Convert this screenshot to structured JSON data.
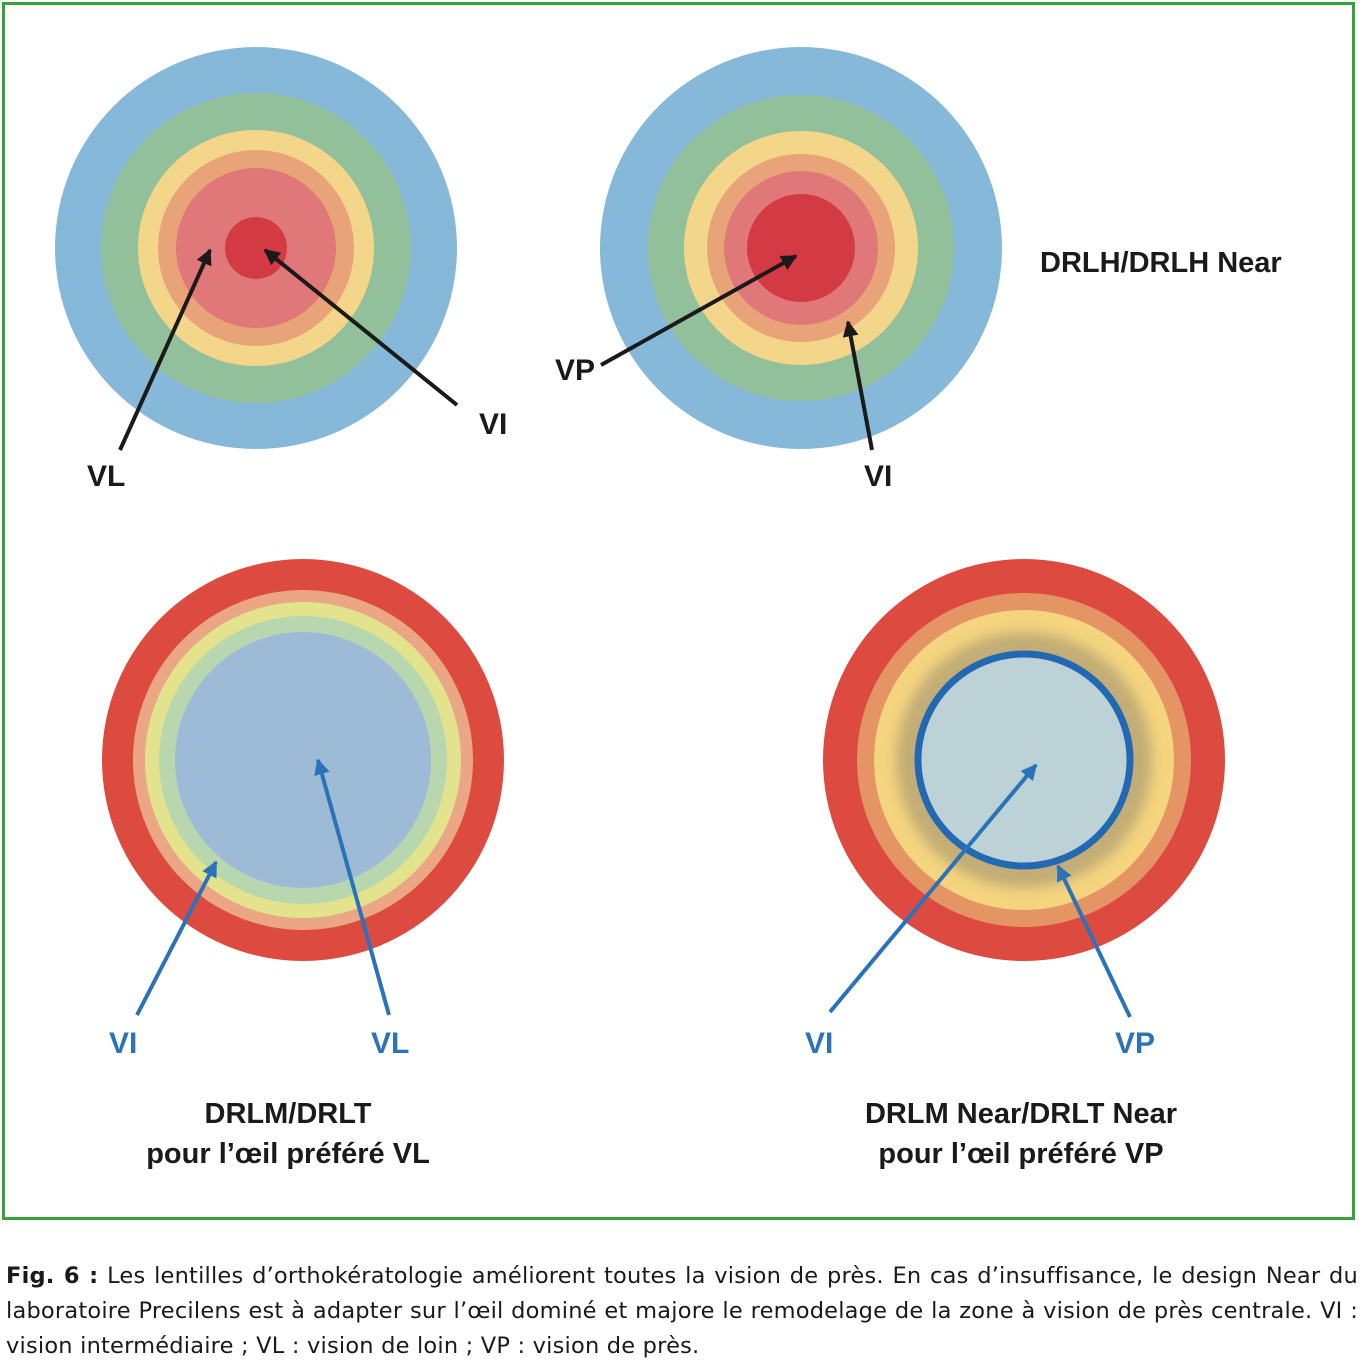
{
  "diagrams": {
    "top_left": {
      "labels": {
        "vl": "VL",
        "vi": "VI"
      }
    },
    "top_right": {
      "labels": {
        "vp": "VP",
        "vi": "VI"
      },
      "title": "DRLH/DRLH Near"
    },
    "bottom_left": {
      "labels": {
        "vi": "VI",
        "vl": "VL"
      },
      "title_line1": "DRLM/DRLT",
      "title_line2": "pour l’œil préféré VL"
    },
    "bottom_right": {
      "labels": {
        "vi": "VI",
        "vp": "VP"
      },
      "title_line1": "DRLM Near/DRLT Near",
      "title_line2": "pour l’œil préféré VP"
    }
  },
  "caption": {
    "fig_label": "Fig. 6 :",
    "text": " Les lentilles d’orthokératologie améliorent toutes la vision de près. En cas d’insuffisance, le design Near du laboratoire Precilens est à adapter sur l’œil dominé et majore le remodelage de la zone à vision de près centrale. VI : vision intermédiaire ; VL : vision de loin ; VP : vision de près."
  },
  "colors": {
    "frame": "#3aa13a",
    "blue_ring": "#86b9d9",
    "green_ring": "#92c09a",
    "yellow_ring": "#f4d68a",
    "orange_ring": "#e9a379",
    "pink_ring": "#e07879",
    "red_center": "#d33a44",
    "red_outer": "#dc4a40",
    "arrow_blue": "#2a73b8",
    "arrow_dark": "#1a1a1a"
  }
}
